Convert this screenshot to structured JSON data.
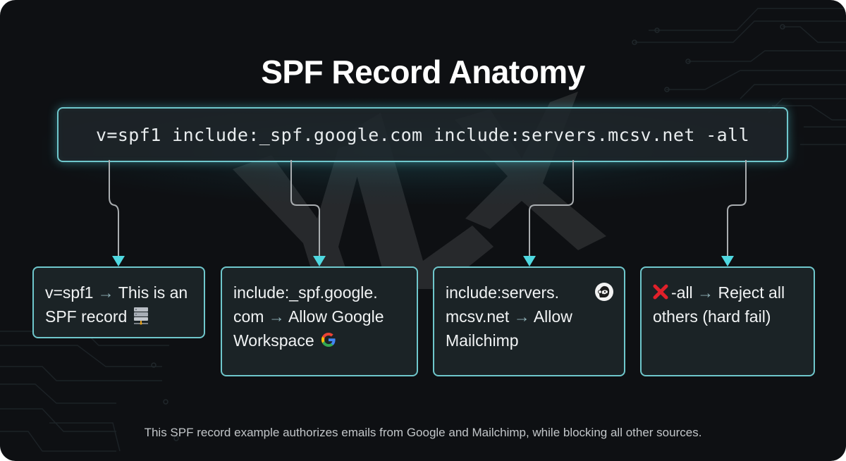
{
  "title": "SPF Record Anatomy",
  "record": {
    "text": "v=spf1 include:_spf.google.com include:servers.mcsv.net -all",
    "tokens": [
      "v=spf1",
      "include:_spf.google.com",
      "include:servers.mcsv.net",
      "-all"
    ]
  },
  "cards": [
    {
      "term": "v=spf1",
      "arrow": "→",
      "description": "This is an SPF record",
      "icon": "server-icon"
    },
    {
      "term": "include:_spf.google.com",
      "term_line1": "include:_spf.google.",
      "term_line2": "com",
      "arrow": "→",
      "description": "Allow Google Workspace",
      "desc_line1": "Allow Google",
      "desc_line2": "Workspace",
      "icon": "google-icon"
    },
    {
      "term": "include:servers.mcsv.net",
      "term_line1": "include:servers.",
      "term_line2": "mcsv.net",
      "arrow": "→",
      "description": "Allow Mailchimp",
      "desc_line1": "Allow",
      "desc_line2": "Mailchimp",
      "icon": "mailchimp-icon"
    },
    {
      "term": "-all",
      "arrow": "→",
      "description": "Reject all others (hard fail)",
      "desc_line1": "Reject all",
      "desc_line2": "others (hard fail)",
      "icon": "x-icon"
    }
  ],
  "caption": "This SPF record example authorizes emails from Google and Mailchimp, while blocking all other sources.",
  "watermark": "YLX",
  "colors": {
    "background": "#0e1013",
    "accent": "#6fc7cc",
    "arrowhead": "#4fd8e0",
    "connector": "#a9adb0",
    "card_bg": "#1b2326",
    "reject_red": "#e0202a"
  }
}
